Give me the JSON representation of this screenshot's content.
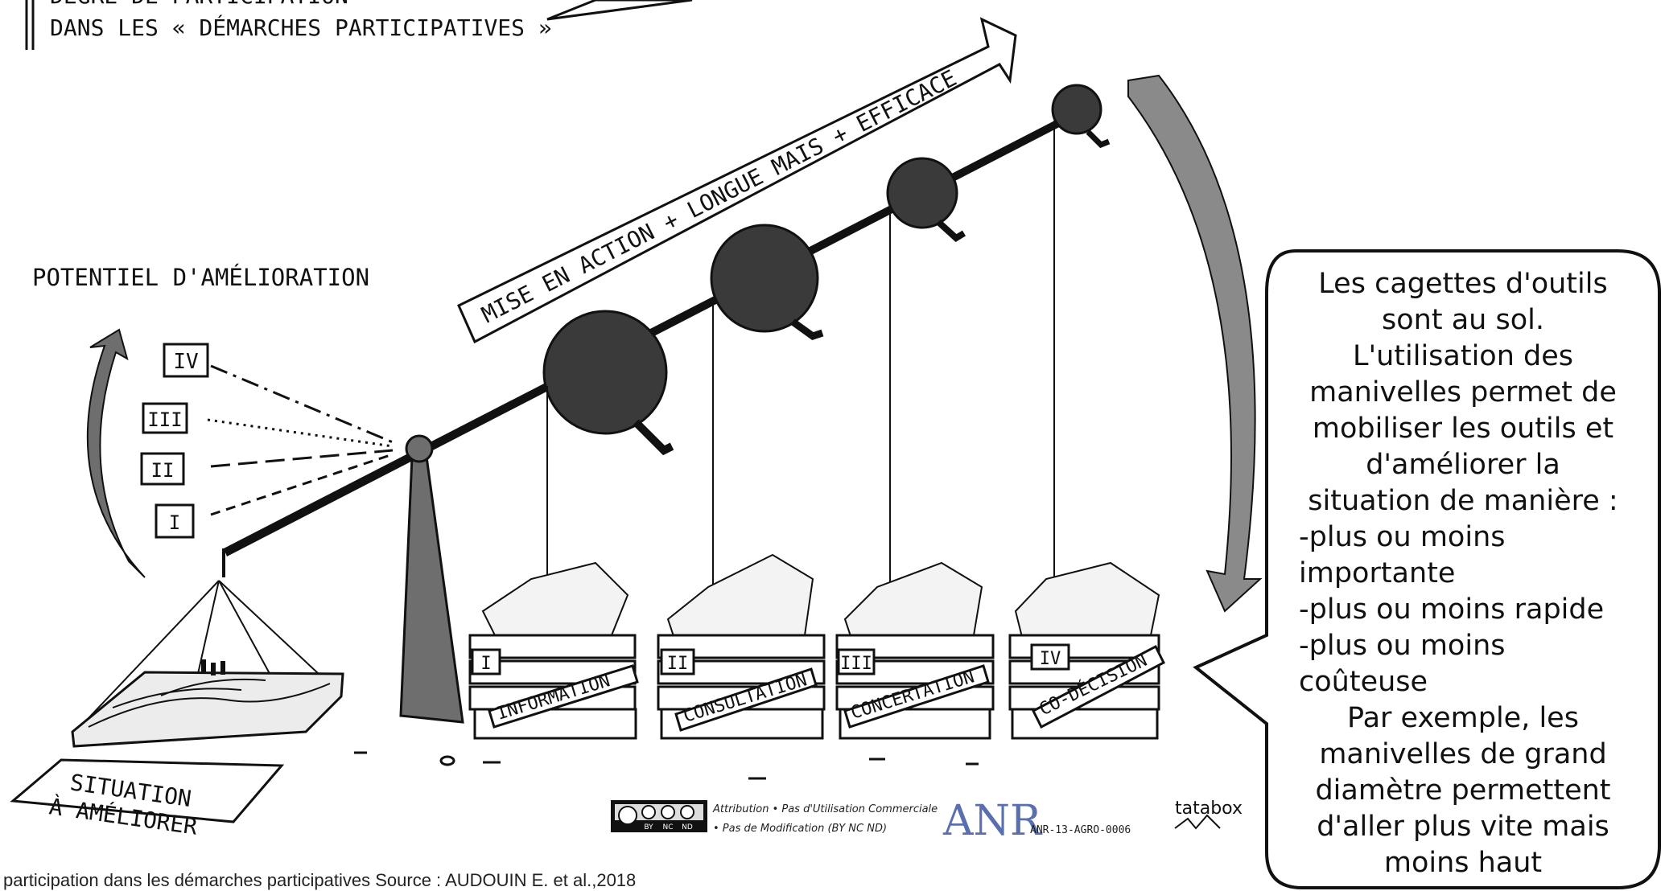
{
  "title": {
    "line1": "DEGRÉ DE PARTICIPATION",
    "line2": "DANS LES « DÉMARCHES PARTICIPATIVES »"
  },
  "arrow_label": "MISE EN ACTION + LONGUE MAIS + EFFICACE",
  "left_label": "POTENTIEL D'AMÉLIORATION",
  "levels": [
    "IV",
    "III",
    "II",
    "I"
  ],
  "situation_label": [
    "SITUATION",
    "À AMÉLIORER"
  ],
  "crates": [
    {
      "num": "I",
      "label": "INFORMATION"
    },
    {
      "num": "II",
      "label": "CONSULTATION"
    },
    {
      "num": "III",
      "label": "CONCERTATION"
    },
    {
      "num": "IV",
      "label": "CO-DÉCISION"
    }
  ],
  "bubble_lines": [
    "Les cagettes d'outils",
    "sont au sol.",
    "L'utilisation des",
    "manivelles permet de",
    "mobiliser les outils et",
    "d'améliorer la",
    "situation de manière :",
    "-plus ou moins",
    "importante",
    "-plus ou moins rapide",
    "-plus ou moins",
    "coûteuse",
    "Par exemple, les",
    "manivelles de grand",
    "diamètre permettent",
    "d'aller plus vite mais",
    "moins haut"
  ],
  "license": {
    "line1": "Attribution • Pas d'Utilisation Commerciale",
    "line2": "• Pas de Modification (BY NC ND)",
    "cc_badge": [
      "BY",
      "NC",
      "ND"
    ]
  },
  "anr": {
    "logo": "ANR",
    "code": "ANR-13-AGRO-0006"
  },
  "tatabox": "tatabox",
  "caption": "participation dans les démarches participatives Source : AUDOUIN E. et al.,2018",
  "colors": {
    "ink": "#111111",
    "fill_dark": "#3a3a3a",
    "fill_mid": "#6e6e6e",
    "arrow_gray": "#8a8a8a",
    "anr_blue": "#5a6fb0"
  }
}
